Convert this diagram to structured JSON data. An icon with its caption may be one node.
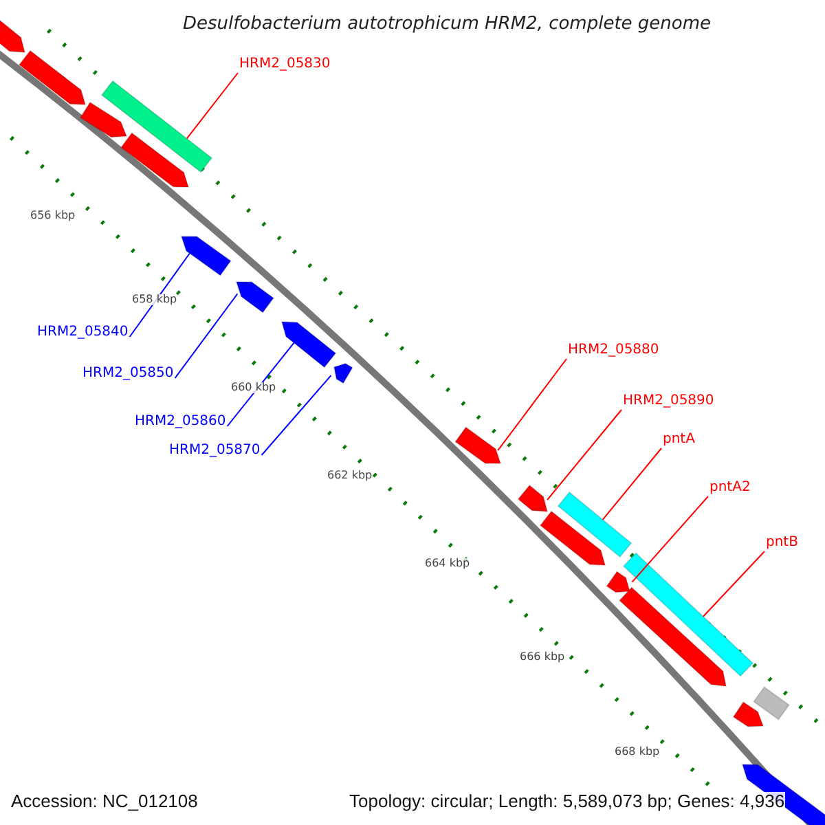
{
  "diagram": {
    "title": "Desulfobacterium autotrophicum HRM2, complete genome",
    "nodes": [
      {
        "text": [
          "HRM2_05830"
        ]
      },
      {
        "text": [
          "HRM2_05840"
        ]
      },
      {
        "text": [
          "HRM2_05850"
        ]
      },
      {
        "text": [
          "HRM2_05860"
        ]
      },
      {
        "text": [
          "HRM2_05870"
        ]
      },
      {
        "text": [
          "HRM2_05880"
        ]
      },
      {
        "text": [
          "HRM2_05890"
        ]
      },
      {
        "text": [
          "pntA"
        ]
      },
      {
        "text": [
          "pntA2"
        ]
      },
      {
        "text": [
          "pntB"
        ]
      },
      {
        "text": [],
        "shape": "arrow"
      },
      {
        "text": [],
        "shape": "arrow"
      },
      {
        "text": [],
        "shape": "bar"
      },
      {
        "text": [],
        "shape": "arrow"
      },
      {
        "text": [],
        "shape": "arrow"
      },
      {
        "text": [],
        "shape": "arrow"
      },
      {
        "text": [],
        "shape": "arrow"
      },
      {
        "text": [],
        "shape": "arrow"
      },
      {
        "text": [],
        "shape": "arrow"
      },
      {
        "text": [],
        "shape": "arrow"
      },
      {
        "text": [],
        "shape": "arrow"
      },
      {
        "text": [],
        "shape": "bar"
      },
      {
        "text": [],
        "shape": "arrow"
      },
      {
        "text": [],
        "shape": "arrow"
      },
      {
        "text": [],
        "shape": "bar"
      },
      {
        "text": [],
        "shape": "arrow"
      },
      {
        "text": [],
        "shape": "bar"
      },
      {
        "text": [],
        "shape": "arrow"
      },
      {
        "text": [],
        "shape": "arrow"
      }
    ],
    "edges": [
      {
        "from": 0,
        "to": 12,
        "arrow": "none"
      },
      {
        "from": 1,
        "to": 15,
        "arrow": "none",
        "color": "#0000ff"
      },
      {
        "from": 2,
        "to": 16,
        "arrow": "none",
        "color": "#0000ff"
      },
      {
        "from": 3,
        "to": 17,
        "arrow": "none",
        "color": "#0000ff"
      },
      {
        "from": 4,
        "to": 18,
        "arrow": "none",
        "color": "#0000ff"
      },
      {
        "from": 5,
        "to": 19,
        "arrow": "none"
      },
      {
        "from": 6,
        "to": 20,
        "arrow": "none"
      },
      {
        "from": 7,
        "to": 21,
        "arrow": "none"
      },
      {
        "from": 8,
        "to": 23,
        "arrow": "none"
      },
      {
        "from": 9,
        "to": 24,
        "arrow": "none"
      }
    ],
    "labels": [
      "656 kbp",
      "658 kbp",
      "660 kbp",
      "662 kbp",
      "664 kbp",
      "666 kbp",
      "668 kbp",
      "Accession: NC_012108",
      "Topology: circular; Length: 5,589,073 bp; Genes: 4,936"
    ]
  }
}
